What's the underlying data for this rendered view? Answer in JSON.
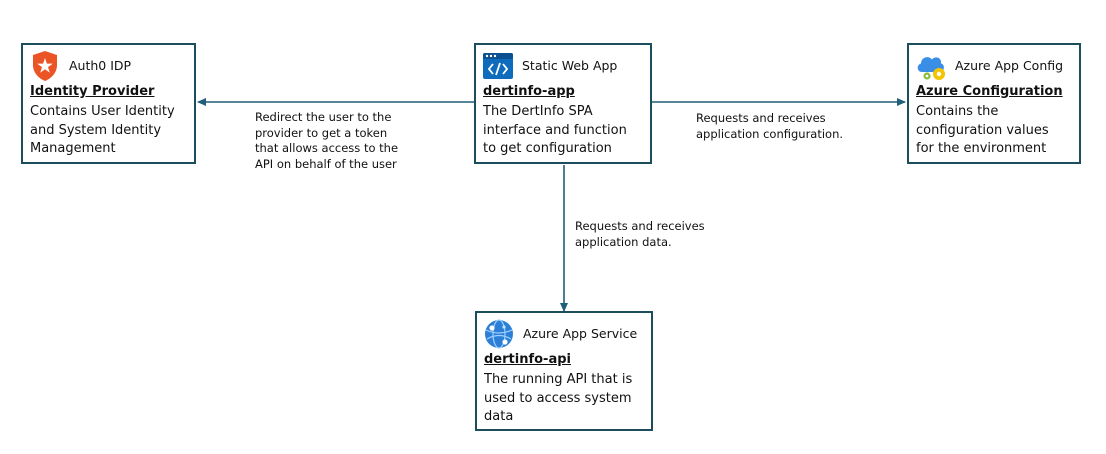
{
  "nodes": {
    "idp": {
      "service": "Auth0 IDP",
      "title": "Identity Provider",
      "desc": [
        "Contains User Identity",
        "and System Identity",
        "Management"
      ]
    },
    "app": {
      "service": "Static Web App",
      "title": "dertinfo-app",
      "desc": [
        "The DertInfo SPA",
        "interface and function",
        "to get configuration"
      ]
    },
    "config": {
      "service": "Azure App Config",
      "title": "Azure Configuration",
      "desc": [
        "Contains the",
        "configuration values",
        "for the environment"
      ]
    },
    "api": {
      "service": "Azure App Service",
      "title": "dertinfo-api",
      "desc": [
        "The running API that is",
        "used to access system",
        "data"
      ]
    }
  },
  "edges": {
    "redirect": [
      "Redirect the user to the",
      "provider to get a token",
      "that allows access to the",
      "API on behalf of the user"
    ],
    "config_req": [
      "Requests and receives",
      "application configuration."
    ],
    "data_req": [
      "Requests and receives",
      "application data."
    ]
  },
  "colors": {
    "border": "#1b4d5c",
    "arrow": "#1f5f78",
    "auth0": "#eb5424",
    "swa_blue": "#0f6cbd",
    "config_blue": "#3a8ee6",
    "gear": "#f2c500",
    "app_service": "#2c7fd6"
  },
  "icons": {
    "idp": "auth0-shield-icon",
    "app": "static-web-app-icon",
    "config": "app-config-cloud-icon",
    "api": "app-service-globe-icon"
  }
}
